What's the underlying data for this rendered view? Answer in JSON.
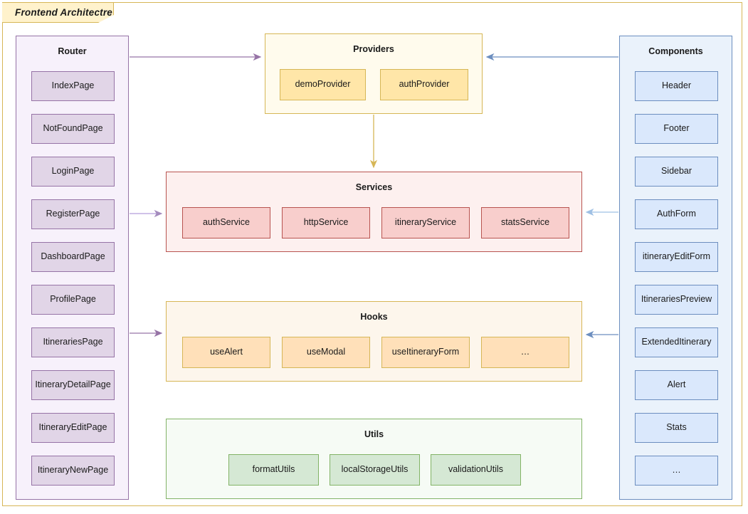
{
  "diagram": {
    "tab_label": "Frontend Architectre",
    "colors": {
      "frame_border": "#d6b656",
      "tab_fill": "#fff2cc",
      "router_fill": "#f7f1fb",
      "router_node_fill": "#e1d5e7",
      "router_border": "#9673a6",
      "providers_fill": "#fffbed",
      "providers_node_fill": "#ffe6a8",
      "providers_border": "#d6b656",
      "services_fill": "#fdf0ef",
      "services_node_fill": "#f8cecc",
      "services_border": "#b85450",
      "hooks_fill": "#fdf6ec",
      "hooks_node_fill": "#ffe0b9",
      "hooks_border": "#d6b656",
      "utils_fill": "#f6fbf5",
      "utils_node_fill": "#d5e8d4",
      "utils_border": "#82b366",
      "components_fill": "#eaf2fb",
      "components_node_fill": "#dae8fc",
      "components_border": "#6c8ebf"
    }
  },
  "router": {
    "title": "Router",
    "items": [
      {
        "label": "IndexPage"
      },
      {
        "label": "NotFoundPage"
      },
      {
        "label": "LoginPage"
      },
      {
        "label": "RegisterPage"
      },
      {
        "label": "DashboardPage"
      },
      {
        "label": "ProfilePage"
      },
      {
        "label": "ItinerariesPage"
      },
      {
        "label": "ItineraryDetailPage"
      },
      {
        "label": "ItineraryEditPage"
      },
      {
        "label": "ItineraryNewPage"
      }
    ]
  },
  "providers": {
    "title": "Providers",
    "items": [
      {
        "label": "demoProvider"
      },
      {
        "label": "authProvider"
      }
    ]
  },
  "services": {
    "title": "Services",
    "items": [
      {
        "label": "authService"
      },
      {
        "label": "httpService"
      },
      {
        "label": "itineraryService"
      },
      {
        "label": "statsService"
      }
    ]
  },
  "hooks": {
    "title": "Hooks",
    "items": [
      {
        "label": "useAlert"
      },
      {
        "label": "useModal"
      },
      {
        "label": "useItineraryForm"
      },
      {
        "label": "…"
      }
    ]
  },
  "utils": {
    "title": "Utils",
    "items": [
      {
        "label": "formatUtils"
      },
      {
        "label": "localStorageUtils"
      },
      {
        "label": "validationUtils"
      }
    ]
  },
  "components": {
    "title": "Components",
    "items": [
      {
        "label": "Header"
      },
      {
        "label": "Footer"
      },
      {
        "label": "Sidebar"
      },
      {
        "label": "AuthForm"
      },
      {
        "label": "itineraryEditForm"
      },
      {
        "label": "ItinerariesPreview"
      },
      {
        "label": "ExtendedItinerary"
      },
      {
        "label": "Alert"
      },
      {
        "label": "Stats"
      },
      {
        "label": "…"
      }
    ]
  },
  "connections": [
    {
      "name": "router-to-providers",
      "from": "Router",
      "to": "Providers",
      "color": "#9673a6"
    },
    {
      "name": "router-to-services",
      "from": "Router",
      "to": "Services",
      "color": "#b39ddb"
    },
    {
      "name": "router-to-hooks",
      "from": "Router",
      "to": "Hooks",
      "color": "#9673a6"
    },
    {
      "name": "providers-to-services",
      "from": "Providers",
      "to": "Services",
      "color": "#d6b656"
    },
    {
      "name": "components-to-providers",
      "from": "Components",
      "to": "Providers",
      "color": "#6c8ebf"
    },
    {
      "name": "components-to-services",
      "from": "Components",
      "to": "Services",
      "color": "#9fc0e4"
    },
    {
      "name": "components-to-hooks",
      "from": "Components",
      "to": "Hooks",
      "color": "#6c8ebf"
    }
  ]
}
